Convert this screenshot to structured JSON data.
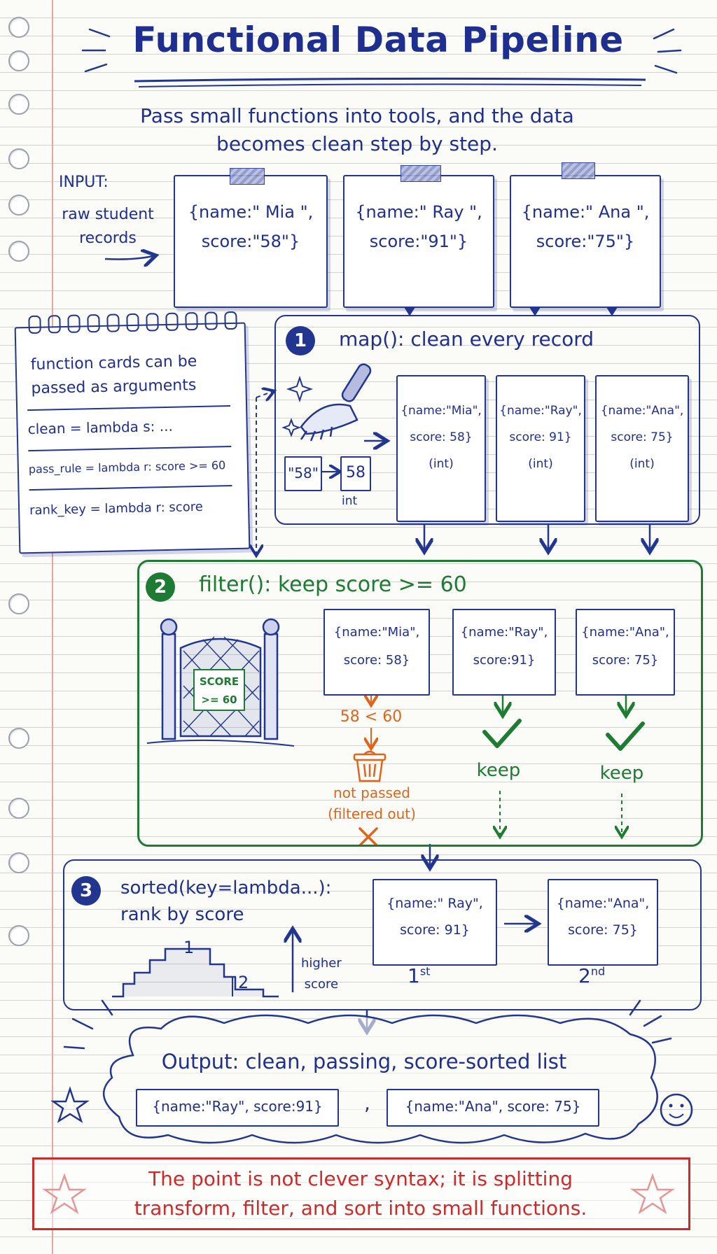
{
  "title": "Functional Data Pipeline",
  "subtitle": [
    "Pass small functions into tools, and the data",
    "becomes clean step by step."
  ],
  "input": {
    "label": "INPUT:",
    "desc": [
      "raw student",
      "records"
    ],
    "records": [
      {
        "line1": "{name:\" Mia \",",
        "line2": "score:\"58\"}"
      },
      {
        "line1": "{name:\" Ray \",",
        "line2": "score:\"91\"}"
      },
      {
        "line1": "{name:\" Ana \",",
        "line2": "score:\"75\"}"
      }
    ]
  },
  "cards": {
    "heading": [
      "function cards can be",
      "passed as arguments"
    ],
    "items": [
      "clean = lambda s: ...",
      "pass_rule = lambda r: score >= 60",
      "rank_key = lambda r: score"
    ]
  },
  "map": {
    "badge": "1",
    "title": "map(): clean every record",
    "convert_from": "\"58\"",
    "convert_to": "58",
    "convert_type": "int",
    "records": [
      {
        "line1": "{name:\"Mia\",",
        "line2": "score: 58}",
        "type": "(int)"
      },
      {
        "line1": "{name:\"Ray\",",
        "line2": "score: 91}",
        "type": "(int)"
      },
      {
        "line1": "{name:\"Ana\",",
        "line2": "score: 75}",
        "type": "(int)"
      }
    ]
  },
  "filter": {
    "badge": "2",
    "title": "filter(): keep score >= 60",
    "gate_sign": [
      "SCORE",
      ">= 60"
    ],
    "records": [
      {
        "line1": "{name:\"Mia\",",
        "line2": "score: 58}"
      },
      {
        "line1": "{name:\"Ray\",",
        "line2": "score:91}"
      },
      {
        "line1": "{name:\"Ana\",",
        "line2": "score: 75}"
      }
    ],
    "reject_reason": "58 < 60",
    "reject_label": [
      "not passed",
      "(filtered out)"
    ],
    "keep_label": "keep"
  },
  "sorted": {
    "badge": "3",
    "title": [
      "sorted(key=lambda...):",
      "rank by score"
    ],
    "podium": [
      "1",
      "2"
    ],
    "arrow_label": [
      "higher",
      "score"
    ],
    "records": [
      {
        "line1": "{name:\" Ray\",",
        "line2": "score: 91}",
        "rank": "1",
        "sup": "st"
      },
      {
        "line1": "{name:\"Ana\",",
        "line2": "score: 75}",
        "rank": "2",
        "sup": "nd"
      }
    ]
  },
  "output": {
    "title": "Output: clean, passing, score-sorted list",
    "items": [
      "{name:\"Ray\", score:91}",
      "{name:\"Ana\", score: 75}"
    ],
    "separator": ","
  },
  "footer": {
    "lines": [
      "The point is not clever syntax; it is splitting",
      "transform, filter, and sort into small functions."
    ]
  },
  "colors": {
    "ink": "#1f2f8f",
    "green": "#1e7b33",
    "orange": "#e0651b",
    "red": "#cf2a2a"
  }
}
